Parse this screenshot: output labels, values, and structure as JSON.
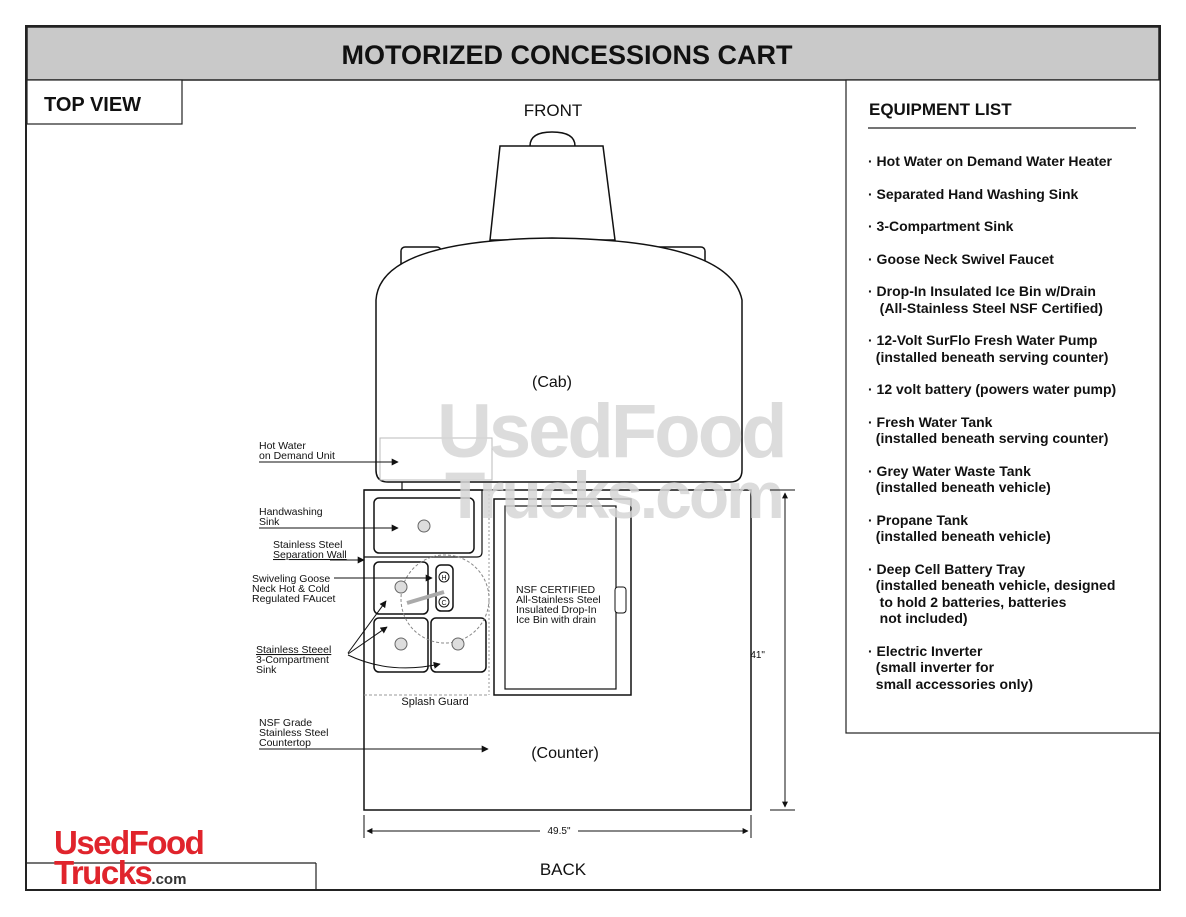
{
  "title": "MOTORIZED CONCESSIONS CART",
  "view_label": "TOP VIEW",
  "diagram": {
    "front": "FRONT",
    "back": "BACK",
    "cab": "(Cab)",
    "counter": "(Counter)",
    "ice_bin": [
      "NSF CERTIFIED",
      "All-Stainless Steel",
      "Insulated Drop-In",
      "Ice Bin with drain"
    ],
    "splash_guard": "Splash Guard",
    "faucet_hot": "H",
    "faucet_cold": "C",
    "width_dim": "49.5\"",
    "depth_dim": "41\"",
    "callouts": {
      "hot_water": [
        "Hot Water",
        "on Demand Unit"
      ],
      "handwashing": [
        "Handwashing",
        "Sink"
      ],
      "separation": [
        "Stainless Steel",
        "Separation Wall"
      ],
      "faucet": [
        "Swiveling Goose",
        "Neck Hot & Cold",
        "Regulated FAucet"
      ],
      "three_comp": [
        "Stainless Steeel",
        "3-Compartment",
        "Sink"
      ],
      "countertop": [
        "NSF Grade",
        "Stainless Steel",
        "Countertop"
      ]
    },
    "watermark": [
      "UsedFood",
      "Trucks.com"
    ]
  },
  "equipment_list": {
    "title": "EQUIPMENT LIST",
    "items": [
      "· Hot Water on Demand Water Heater",
      "· Separated Hand Washing Sink",
      "· 3-Compartment Sink",
      "· Goose Neck Swivel Faucet",
      "· Drop-In Insulated Ice Bin w/Drain\n   (All-Stainless Steel NSF Certified)",
      "· 12-Volt SurFlo Fresh Water Pump\n  (installed beneath serving counter)",
      "· 12 volt battery (powers water pump)",
      "· Fresh Water Tank\n  (installed beneath serving counter)",
      "· Grey Water Waste Tank\n  (installed beneath vehicle)",
      "· Propane Tank\n  (installed beneath vehicle)",
      "· Deep Cell Battery Tray\n  (installed beneath vehicle, designed\n   to hold 2 batteries, batteries\n   not included)",
      "· Electric Inverter\n  (small inverter for\n  small accessories only)"
    ]
  },
  "logo": {
    "line1": "UsedFood",
    "line2": "Trucks",
    "suffix": ".com"
  },
  "colors": {
    "title_bar": "#c9c9c9",
    "brand_red": "#e0242c",
    "watermark": "#e6e6e6"
  }
}
